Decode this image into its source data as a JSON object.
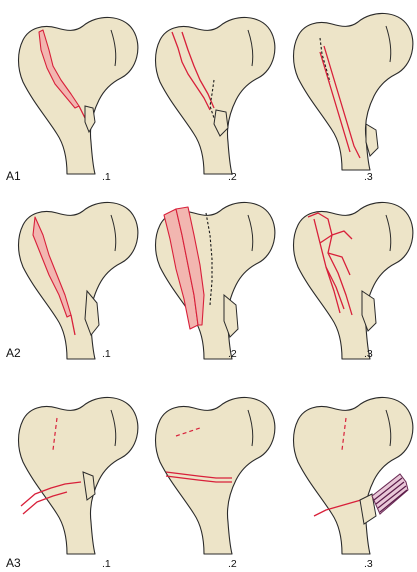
{
  "rows": [
    {
      "label": "A1",
      "subs": [
        ".1",
        ".2",
        ".3"
      ]
    },
    {
      "label": "A2",
      "subs": [
        ".1",
        ".2",
        ".3"
      ]
    },
    {
      "label": "A3",
      "subs": [
        ".1",
        ".2",
        ".3"
      ]
    }
  ],
  "colors": {
    "bone_fill": "#ede4c8",
    "outline": "#2a2a2a",
    "fracture_line": "#d8203a",
    "fracture_fill": "#f2b6b0",
    "muscle": "#6a2a55"
  }
}
